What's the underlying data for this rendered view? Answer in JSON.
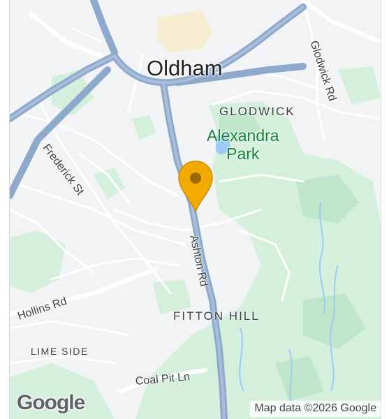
{
  "map": {
    "city_label": "Oldham",
    "districts": {
      "glodwick": "GLODWICK",
      "fitton_hill": "FITTON HILL",
      "lime_side": "LIME SIDE"
    },
    "park_label": "Alexandra\nPark",
    "roads": {
      "glodwick_rd": "Glodwick Rd",
      "frederick_st": "Frederick St",
      "ashton_rd": "Ashton Rd",
      "hollins_rd": "Hollins Rd",
      "coal_pit_ln": "Coal Pit Ln"
    },
    "marker": {
      "icon": "map-pin-icon",
      "color": "#f2a900"
    },
    "logo_text": "Google",
    "attribution": "Map data ©2026 Google"
  },
  "colors": {
    "background": "#f2f3f5",
    "park_green": "#d4f0dc",
    "highway": "#8da9cc",
    "road": "#ffffff",
    "water": "#9ecbf5"
  }
}
